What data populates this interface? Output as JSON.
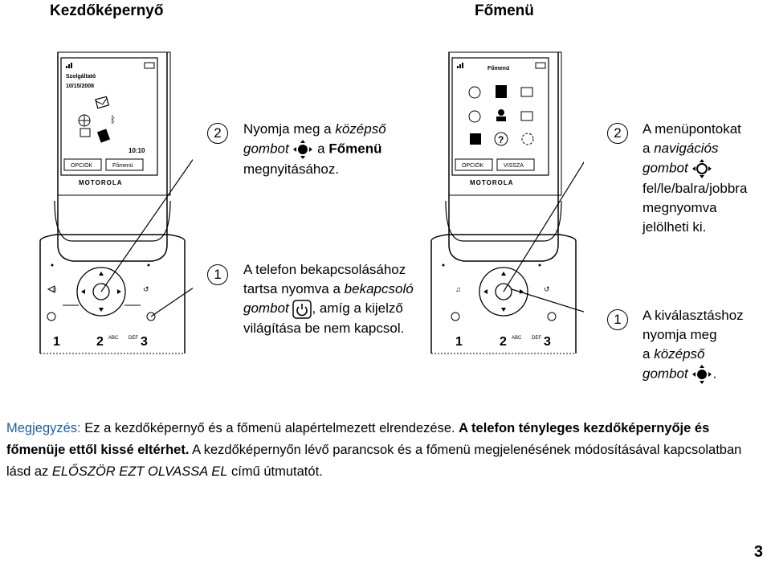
{
  "headings": {
    "left": "Kezdőképernyő",
    "right": "Főmenü"
  },
  "phone_left": {
    "status_carrier": "Szolgáltató",
    "date": "10/15/2008",
    "time": "10:10",
    "softkey_left": "OPCIÓK",
    "softkey_right": "Főmenü",
    "brand": "MOTOROLA"
  },
  "phone_right": {
    "title": "Főmenü",
    "softkey_left": "OPCIÓK",
    "softkey_right": "VISSZA",
    "brand": "MOTOROLA"
  },
  "keypad": {
    "k1": "1",
    "k2": "2",
    "k2_letters": "ABC",
    "k3": "3",
    "k3_letters": "DEF"
  },
  "steps_left": {
    "s2": {
      "num": "2",
      "p1": "Nyomja meg a ",
      "p1i": "középső",
      "p2i": "gombot",
      "p3": " a ",
      "p3b": "Főmenü",
      "p4": "megnyitásához."
    },
    "s1": {
      "num": "1",
      "p1": "A telefon bekapcsolásához",
      "p2": "tartsa nyomva a ",
      "p2i": "bekapcsoló",
      "p3i": "gombot",
      "p4": ", amíg a kijelző",
      "p5": "világítása be nem kapcsol."
    }
  },
  "steps_right": {
    "s2": {
      "num": "2",
      "l1": "A menüpontokat",
      "l2a": "a ",
      "l2i": "navigációs",
      "l3i": "gombot",
      "l4": "fel/le/balra/jobbra",
      "l5": "megnyomva",
      "l6": "jelölheti ki."
    },
    "s1": {
      "num": "1",
      "l1": "A kiválasztáshoz",
      "l2": "nyomja meg",
      "l3a": "a ",
      "l3i": "középső",
      "l4i": "gombot",
      "l4end": "."
    }
  },
  "note": {
    "label": "Megjegyzés:",
    "t1": " Ez a kezdőképernyő és a főmenü alapértelmezett elrendezése. ",
    "t2b": "A telefon tényleges kezdőképernyője és főmenüje ettől kissé eltérhet.",
    "t3": " A kezdőképernyőn lévő parancsok és a főmenü megjelenésének módosításával kapcsolatban lásd az ",
    "t4i": "ELŐSZÖR EZT OLVASSA EL",
    "t5": " című útmutatót."
  },
  "page_number": "3"
}
